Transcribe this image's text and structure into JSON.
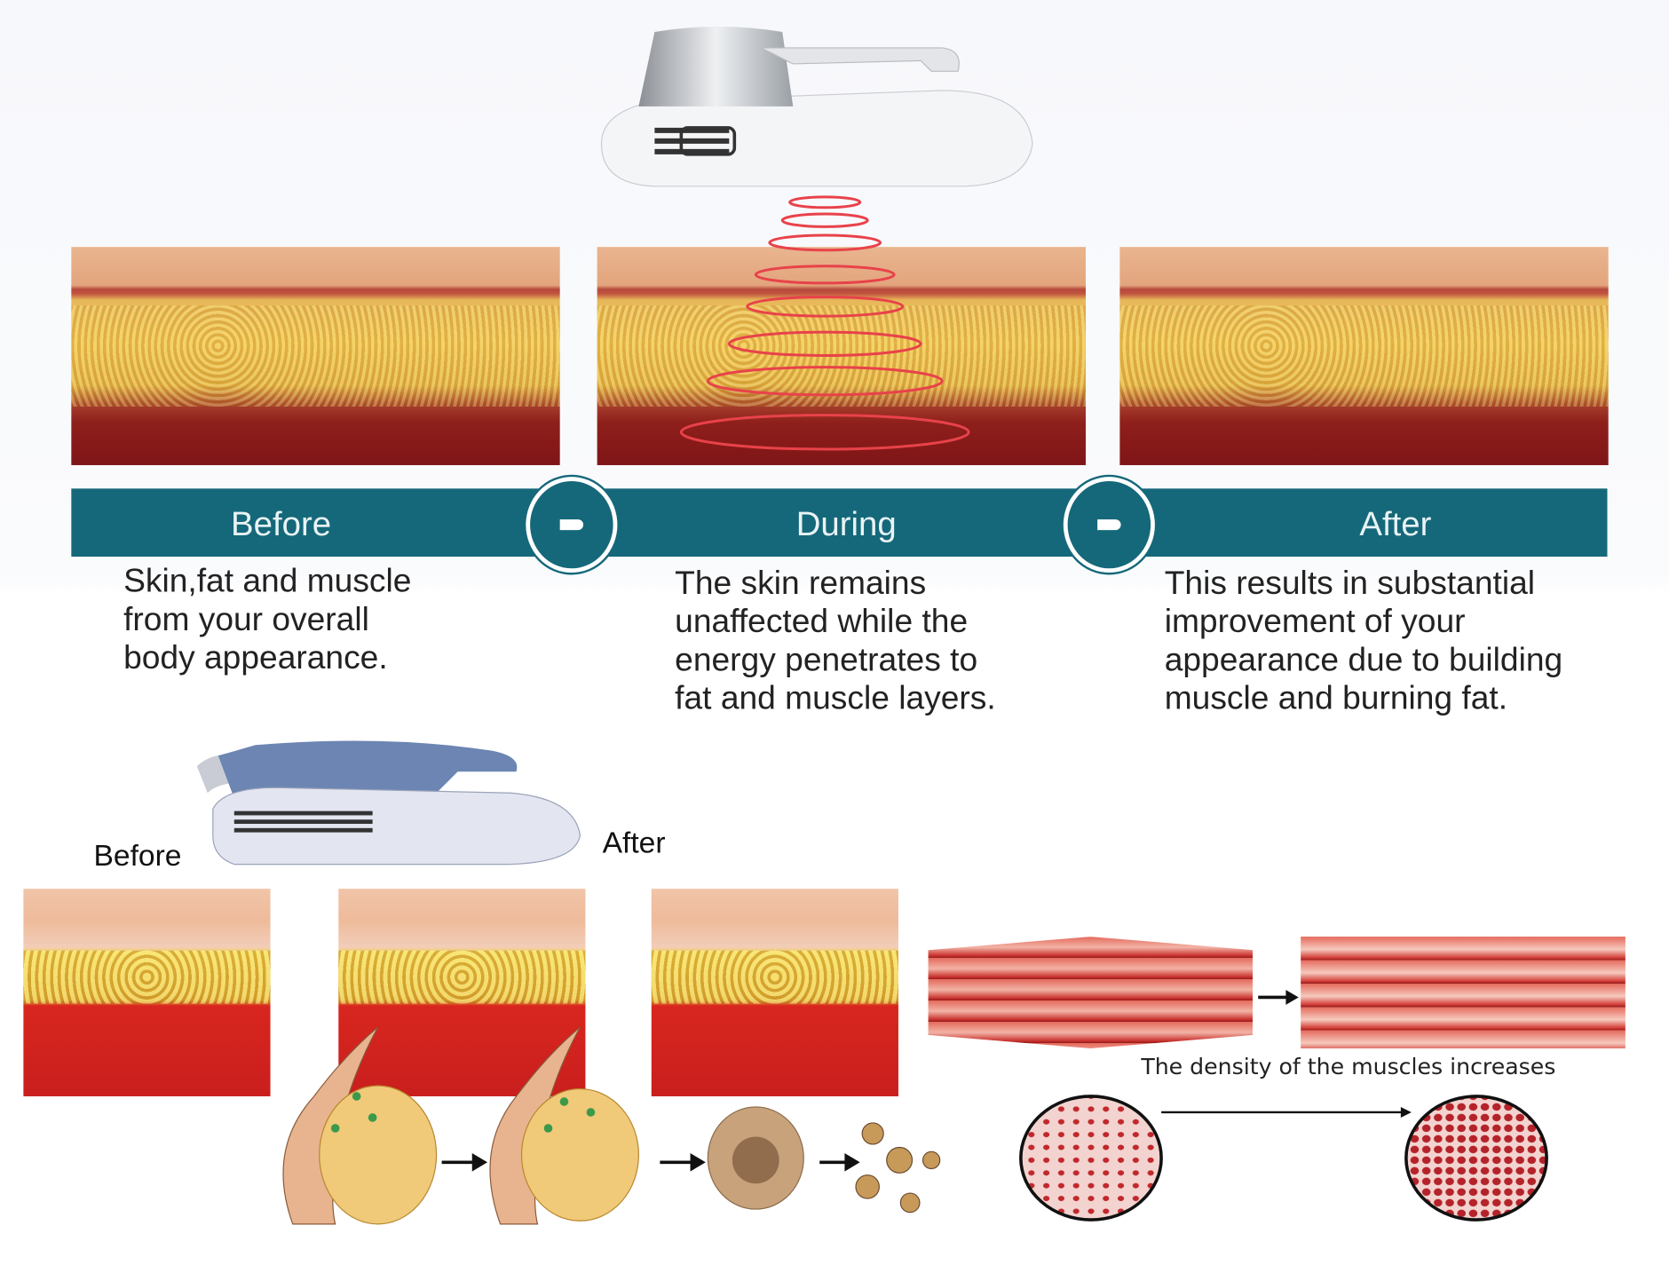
{
  "top_stages": [
    {
      "label": "Before",
      "description": [
        "Skin,fat and muscle",
        "from your overall",
        "body appearance."
      ]
    },
    {
      "label": "During",
      "description": [
        "The skin remains",
        "unaffected while the",
        "energy penetrates to",
        "fat and muscle layers."
      ]
    },
    {
      "label": "After",
      "description": [
        "This results in substantial",
        "improvement of your",
        "appearance due to building",
        "muscle and burning fat."
      ]
    }
  ],
  "bottom": {
    "before_label": "Before",
    "after_label": "After",
    "muscle_caption": "The density of the muscles increases"
  },
  "colors": {
    "banner": "#15687a",
    "ring": "#e8424a",
    "muscle": "#c9302c",
    "fat": "#f0c453"
  }
}
